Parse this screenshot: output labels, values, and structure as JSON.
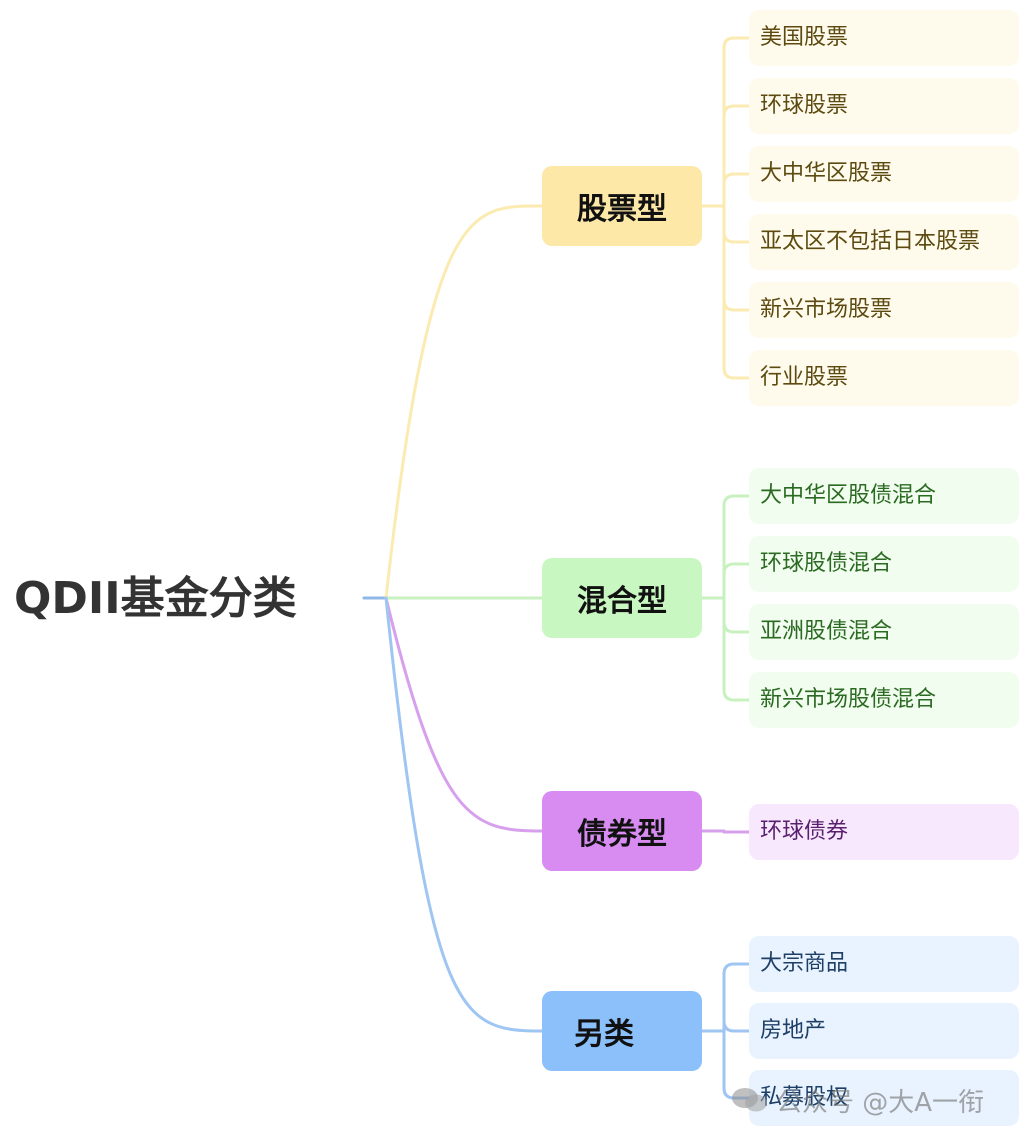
{
  "root": {
    "label": "QDII基金分类"
  },
  "colors": {
    "root_line": "#8fb8e6",
    "stock": {
      "line": "#fcebb0",
      "node": "#fde8a8",
      "leaf_bg": "#fffbec",
      "leaf_text": "#5c4a10"
    },
    "mixed": {
      "line": "#c7f2bf",
      "node": "#c9f7c1",
      "leaf_bg": "#f1fdee",
      "leaf_text": "#2b6a22"
    },
    "bond": {
      "line": "#d7a0ec",
      "node": "#d88cf2",
      "leaf_bg": "#f7e8fd",
      "leaf_text": "#5a1f6e"
    },
    "other": {
      "line": "#9fc6f3",
      "node": "#8cc0fb",
      "leaf_bg": "#e9f3ff",
      "leaf_text": "#1d3f66"
    }
  },
  "branches": [
    {
      "id": "stock",
      "label": "股票型",
      "leaves": [
        "美国股票",
        "环球股票",
        "大中华区股票",
        "亚太区不包括日本股票",
        "新兴市场股票",
        "行业股票"
      ]
    },
    {
      "id": "mixed",
      "label": "混合型",
      "leaves": [
        "大中华区股债混合",
        "环球股债混合",
        "亚洲股债混合",
        "新兴市场股债混合"
      ]
    },
    {
      "id": "bond",
      "label": "债券型",
      "leaves": [
        "环球债券"
      ]
    },
    {
      "id": "other",
      "label": "另类",
      "leaves": [
        "大宗商品",
        "房地产",
        "私募股权"
      ]
    }
  ],
  "watermark": {
    "text": "公众号 @大A一衔"
  }
}
